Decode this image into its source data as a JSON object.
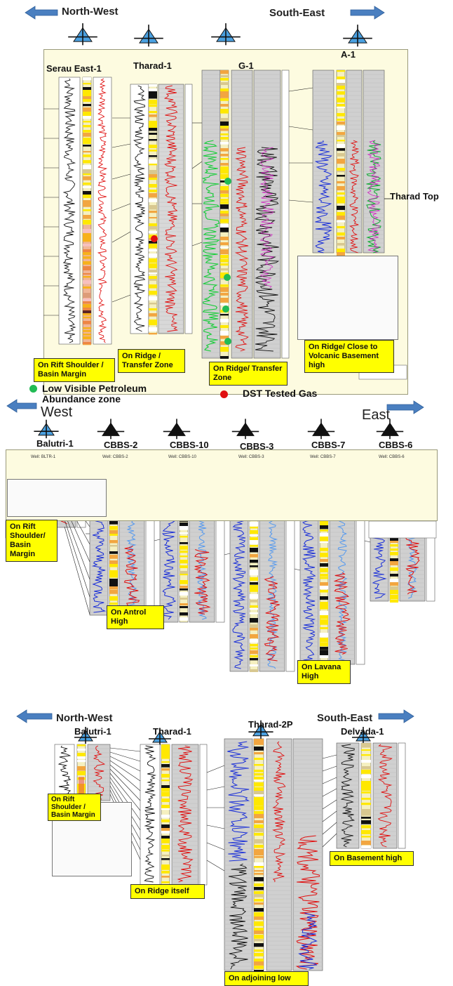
{
  "section1": {
    "direction_left": "North-West",
    "direction_right": "South-East",
    "wells": [
      {
        "name": "Serau East-1"
      },
      {
        "name": "Tharad-1"
      },
      {
        "name": "G-1"
      },
      {
        "name": "A-1"
      }
    ],
    "tharad_top_label": "Tharad Top",
    "callouts": [
      "On Rift Shoulder / Basin Margin",
      "On Ridge / Transfer Zone",
      "On Ridge/ Transfer Zone",
      "On Ridge/ Close to Volcanic Basement high"
    ],
    "legend": {
      "green_dot_label": "Low Visible Petroleum Abundance zone",
      "red_dot_label": "DST Tested Gas"
    },
    "colors": {
      "green_dot": "#22bb55",
      "red_dot": "#e01010",
      "arrow": "#4a7fc0",
      "callout": "#ffff00"
    }
  },
  "section2": {
    "direction_left": "West",
    "direction_right": "East",
    "wells": [
      {
        "name": "Balutri-1",
        "header": "Well: BLTR-1"
      },
      {
        "name": "CBBS-2",
        "header": "Well: CBBS-2"
      },
      {
        "name": "CBBS-10",
        "header": "Well: CBBS-10"
      },
      {
        "name": "CBBS-3",
        "header": "Well: CBBS-3"
      },
      {
        "name": "CBBS-7",
        "header": "Well: CBBS-7"
      },
      {
        "name": "CBBS-6",
        "header": "Well: CBBS-6"
      }
    ],
    "callouts": [
      "On Rift Shoulder/ Basin Margin",
      "On Antrol High",
      "On Lavana High"
    ]
  },
  "section3": {
    "direction_left": "North-West",
    "direction_right": "South-East",
    "wells": [
      {
        "name": "Balutri-1"
      },
      {
        "name": "Tharad-1"
      },
      {
        "name": "Tharad-2P"
      },
      {
        "name": "Delvada-1"
      }
    ],
    "callouts": [
      "On Rift Shoulder / Basin Margin",
      "On Ridge itself",
      "On adjoining low",
      "On Basement high"
    ]
  }
}
